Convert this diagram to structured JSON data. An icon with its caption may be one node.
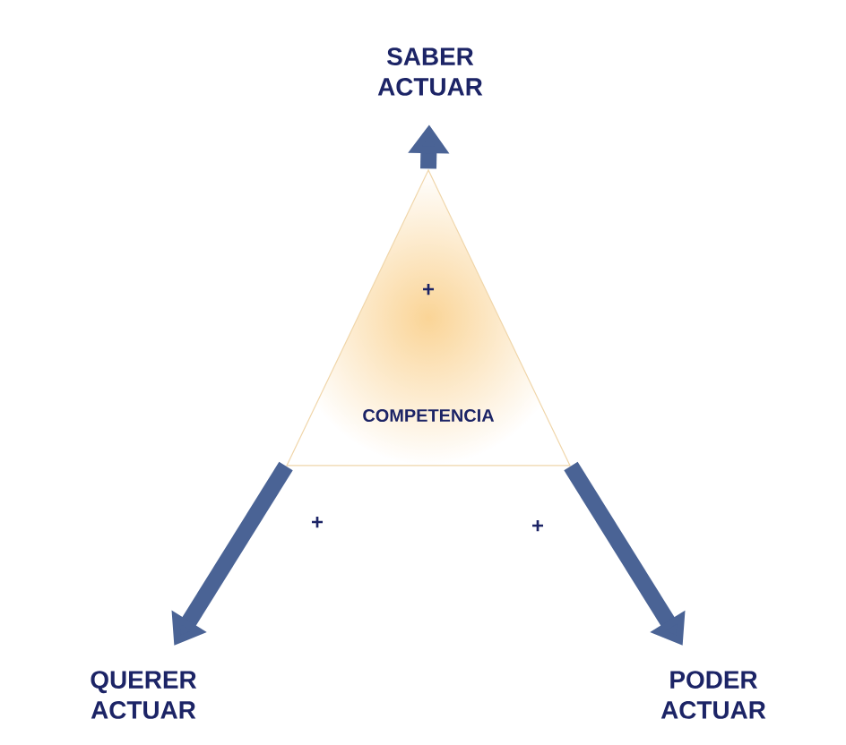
{
  "diagram": {
    "nodes": [
      {
        "text": [
          "COMPETENCIA"
        ]
      },
      {
        "text": [
          "SABER ACTUAR"
        ]
      },
      {
        "text": [
          "QUERER ACTUAR"
        ]
      },
      {
        "text": [
          "PODER ACTUAR"
        ]
      }
    ],
    "edges": [
      {
        "from": 0,
        "to": 1,
        "arrow": "to"
      },
      {
        "from": 0,
        "to": 2,
        "arrow": "to"
      },
      {
        "from": 0,
        "to": 3,
        "arrow": "to"
      }
    ],
    "labels": [
      "+",
      "+",
      "+"
    ]
  }
}
